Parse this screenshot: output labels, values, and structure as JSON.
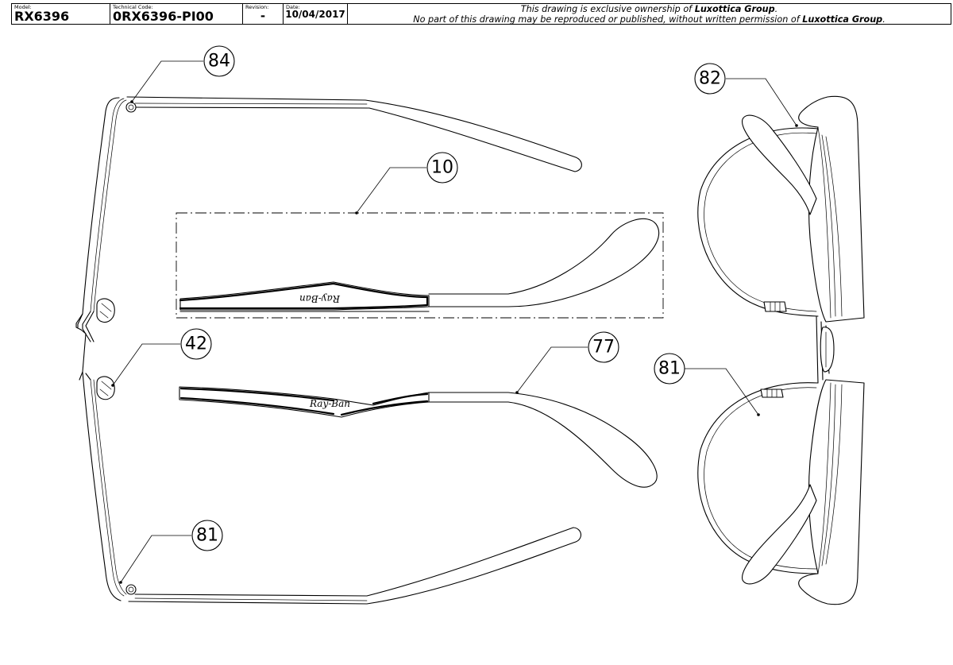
{
  "title_block": {
    "model_caption": "Model:",
    "model_value": "RX6396",
    "technical_code_caption": "Technical Code:",
    "technical_code_value": "0RX6396-PI00",
    "revision_caption": "Revision:",
    "revision_value": "-",
    "date_caption": "Date:",
    "date_value": "10/04/2017",
    "notice_line1_prefix": "This drawing is exclusive ownership of ",
    "notice_line1_company": "Luxottica Group",
    "notice_line1_suffix": ".",
    "notice_line2_prefix": "No part of this drawing may be reproduced or published, without written permission of ",
    "notice_line2_company": "Luxottica Group",
    "notice_line2_suffix": "."
  },
  "callouts": {
    "top_hinge": "84",
    "temple_detail": "10",
    "nose_pad": "42",
    "temple_tip": "77",
    "bottom_hinge": "81",
    "front_rim": "82",
    "front_lens": "81"
  },
  "logo_text": "Ray-Ban"
}
